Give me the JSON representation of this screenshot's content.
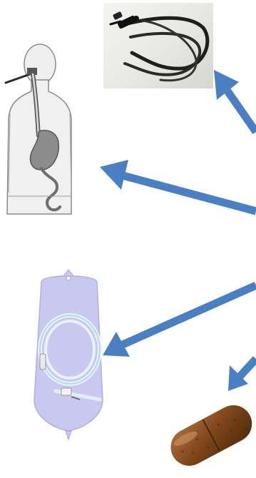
{
  "figure": {
    "items": [
      {
        "id": "endoscope",
        "icon": "endoscope-icon"
      },
      {
        "id": "gastroscopy",
        "icon": "upper-gi-endoscopy-icon"
      },
      {
        "id": "enema-bag",
        "icon": "enema-bag-icon"
      },
      {
        "id": "capsule",
        "icon": "capsule-icon"
      }
    ],
    "colors": {
      "arrow": "#4a7fc4",
      "body_fill": "#f0f0f0",
      "body_outline": "#8a8a8a",
      "bag_fill": "#c9c8ef",
      "capsule": "#8a4e20"
    }
  }
}
